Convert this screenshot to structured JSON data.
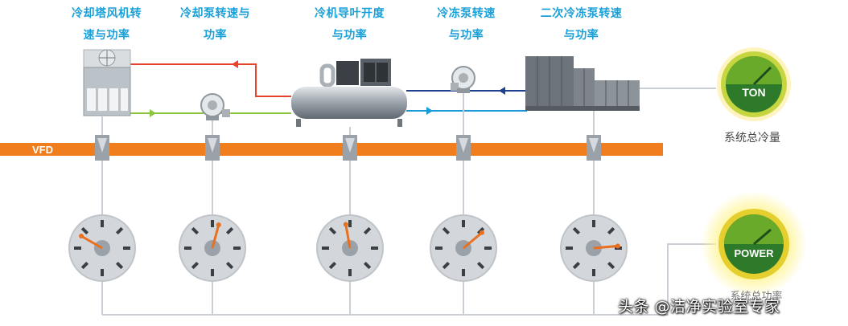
{
  "labels": {
    "tower": [
      "冷却塔风机转",
      "速与功率"
    ],
    "cwpump": [
      "冷却泵转速与",
      "功率"
    ],
    "chiller": [
      "冷机导叶开度",
      "与功率"
    ],
    "chwpump": [
      "冷冻泵转速",
      "与功率"
    ],
    "secondary": [
      "二次冷冻泵转速",
      "与功率"
    ]
  },
  "vfd_label": "VFD",
  "ton_text": "TON",
  "ton_caption": "系统总冷量",
  "power_text": "POWER",
  "power_caption": "系统总功率",
  "watermark": "头条 @洁净实验室专家",
  "colors": {
    "label": "#1aa0d8",
    "vfd_bar": "#f07d1e",
    "red_pipe": "#e8432c",
    "green_pipe": "#8cc63f",
    "blue_pipe": "#1a9ad6",
    "navy_pipe": "#1f3f8f",
    "meter_green": "#6aaa2a",
    "needle": "#e8701e"
  },
  "gauges": [
    {
      "name": "tower",
      "needle_angle_deg": 150
    },
    {
      "name": "cwpump",
      "needle_angle_deg": 75
    },
    {
      "name": "chiller",
      "needle_angle_deg": 100
    },
    {
      "name": "chwpump",
      "needle_angle_deg": 40
    },
    {
      "name": "secondary",
      "needle_angle_deg": 5
    }
  ]
}
